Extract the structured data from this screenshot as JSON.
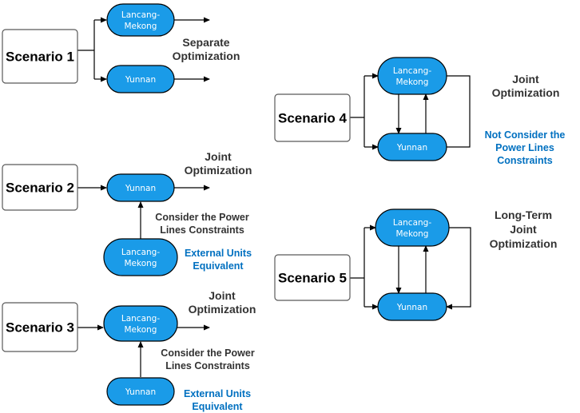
{
  "colors": {
    "pill_fill": "#1a9be8",
    "pill_stroke": "#000000",
    "accent_blue": "#0070c0",
    "annotation_dark": "#333333",
    "box_stroke": "#595959"
  },
  "scenarios": [
    {
      "label": "Scenario 1",
      "nodes": [
        [
          "Lancang-",
          "Mekong"
        ],
        [
          "Yunnan"
        ]
      ],
      "annotation": [
        "Separate",
        "Optimization"
      ]
    },
    {
      "label": "Scenario 2",
      "nodes": [
        [
          "Yunnan"
        ],
        [
          "Lancang-",
          "Mekong"
        ]
      ],
      "annotation": [
        "Joint",
        "Optimization"
      ],
      "constraint": [
        "Consider the Power",
        "Lines Constraints"
      ],
      "note": [
        "External Units",
        "Equivalent"
      ]
    },
    {
      "label": "Scenario 3",
      "nodes": [
        [
          "Lancang-",
          "Mekong"
        ],
        [
          "Yunnan"
        ]
      ],
      "annotation": [
        "Joint",
        "Optimization"
      ],
      "constraint": [
        "Consider the Power",
        "Lines Constraints"
      ],
      "note": [
        "External Units",
        "Equivalent"
      ]
    },
    {
      "label": "Scenario 4",
      "nodes": [
        [
          "Lancang-",
          "Mekong"
        ],
        [
          "Yunnan"
        ]
      ],
      "annotation": [
        "Joint",
        "Optimization"
      ],
      "note": [
        "Not Consider the",
        "Power Lines",
        "Constraints"
      ]
    },
    {
      "label": "Scenario 5",
      "nodes": [
        [
          "Lancang-",
          "Mekong"
        ],
        [
          "Yunnan"
        ]
      ],
      "annotation": [
        "Long-Term",
        "Joint",
        "Optimization"
      ]
    }
  ]
}
